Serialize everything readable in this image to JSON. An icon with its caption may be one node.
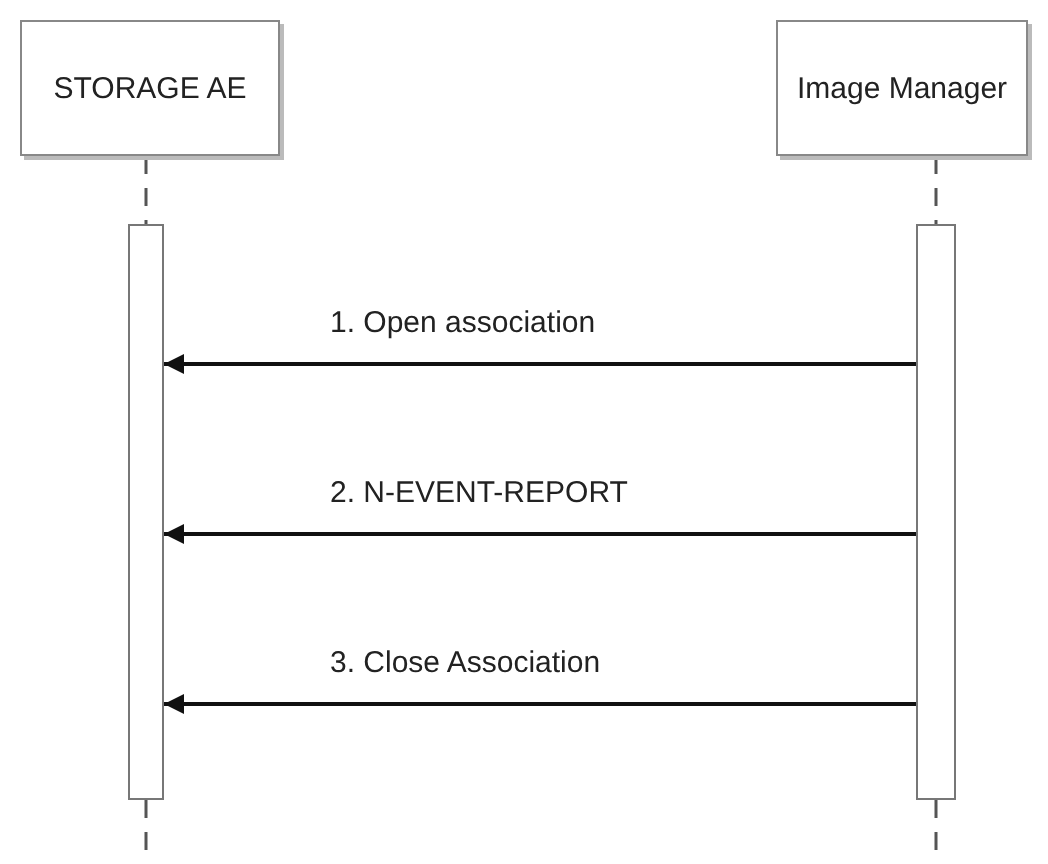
{
  "diagram": {
    "nodes": [
      {
        "text": [
          "STORAGE AE"
        ]
      },
      {
        "text": [
          "Image Manager"
        ]
      },
      {
        "text": [],
        "shape": "bar"
      },
      {
        "text": [],
        "shape": "bar"
      }
    ],
    "edges": [
      {
        "from": 0,
        "to": 2,
        "arrow": "none",
        "style": "dashed"
      },
      {
        "from": 1,
        "to": 3,
        "arrow": "none",
        "style": "dashed"
      },
      {
        "from": 3,
        "to": 2,
        "arrow": "to",
        "label": "1. Open association"
      },
      {
        "from": 3,
        "to": 2,
        "arrow": "to",
        "label": "2. N-EVENT-REPORT"
      },
      {
        "from": 3,
        "to": 2,
        "arrow": "to",
        "label": "3. Close Association"
      }
    ]
  }
}
